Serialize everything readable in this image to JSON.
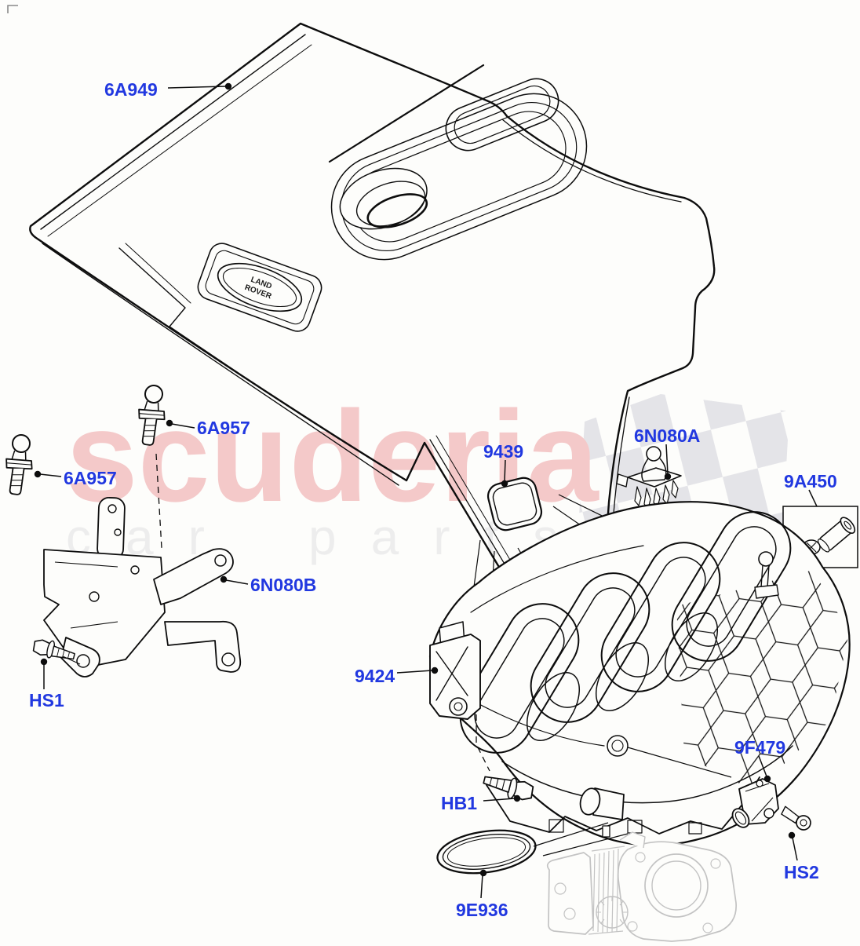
{
  "watermark": {
    "brand": "scuderia",
    "tagline_word1": "car",
    "tagline_word2": "parts"
  },
  "badge": {
    "line1": "LAND",
    "line2": "ROVER"
  },
  "colors": {
    "label_blue": "#2138e0",
    "line_black": "#0d0d0d",
    "watermark_pink": "#f4c9c9",
    "watermark_gray": "#ededed",
    "checker_gray": "#e4e4e8",
    "ghost_gray": "#c3c3c3",
    "background": "#fdfdfb"
  },
  "labels": [
    {
      "text": "6A949"
    },
    {
      "text": "6A957"
    },
    {
      "text": "6A957"
    },
    {
      "text": "6N080B"
    },
    {
      "text": "HS1"
    },
    {
      "text": "9439"
    },
    {
      "text": "6N080A"
    },
    {
      "text": "9A450"
    },
    {
      "text": "9424"
    },
    {
      "text": "HB1"
    },
    {
      "text": "9E936"
    },
    {
      "text": "9F479"
    },
    {
      "text": "HS2"
    }
  ]
}
